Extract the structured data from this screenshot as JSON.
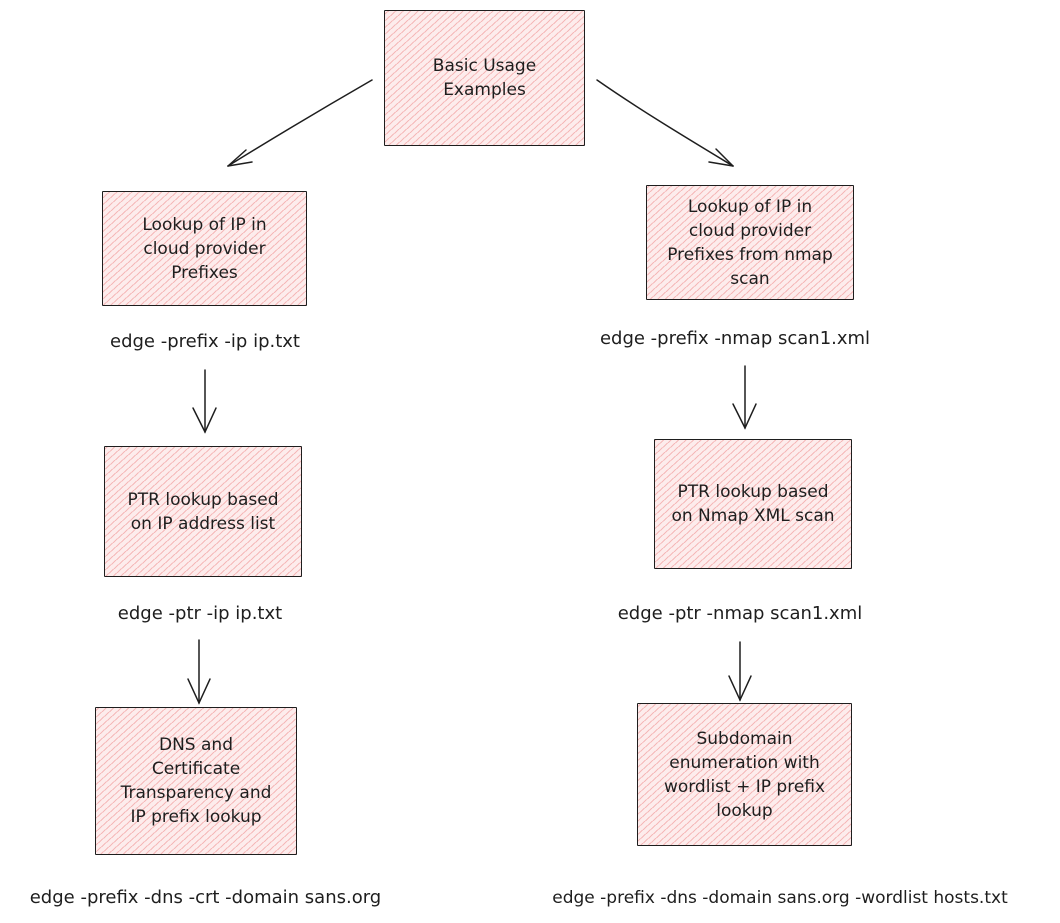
{
  "root": {
    "label": "Basic Usage\nExamples"
  },
  "left": {
    "steps": [
      {
        "box": "Lookup of IP in\ncloud provider\nPrefixes",
        "command": "edge -prefix -ip ip.txt"
      },
      {
        "box": "PTR lookup based\non IP address list",
        "command": "edge -ptr -ip ip.txt"
      },
      {
        "box": "DNS and\nCertificate\nTransparency and\nIP prefix lookup",
        "command": "edge -prefix -dns -crt -domain sans.org"
      }
    ]
  },
  "right": {
    "steps": [
      {
        "box": "Lookup of IP in\ncloud provider\nPrefixes from nmap\nscan",
        "command": "edge -prefix -nmap scan1.xml"
      },
      {
        "box": "PTR lookup based\non Nmap XML scan",
        "command": "edge -ptr -nmap scan1.xml"
      },
      {
        "box": "Subdomain\nenumeration with\nwordlist + IP prefix\nlookup",
        "command": "edge -prefix -dns -domain sans.org -wordlist hosts.txt"
      }
    ]
  },
  "colors": {
    "stroke": "#1e1e1e",
    "fill": "#fdecec",
    "hatch": "#e03131"
  }
}
